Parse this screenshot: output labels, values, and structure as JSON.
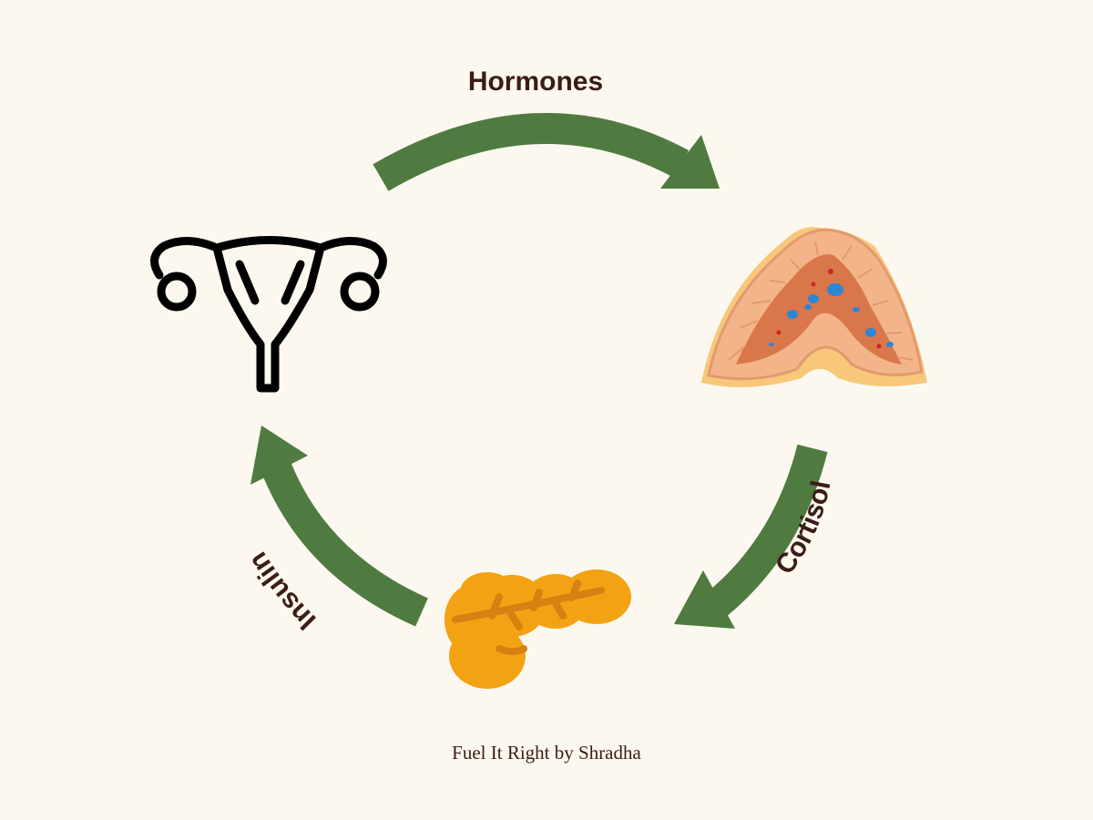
{
  "labels": {
    "top": "Hormones",
    "right": "Cortisol",
    "left": "Insulin"
  },
  "footer": "Fuel It Right by Shradha",
  "colors": {
    "background": "#fcf8ef",
    "arrow": "#4f7a40",
    "text": "#3a1d14",
    "uterus_stroke": "#000000",
    "adrenal_cortex": "#f3b48a",
    "adrenal_medulla": "#d9764a",
    "adrenal_fat": "#f7c77a",
    "pancreas": "#f3a214",
    "pancreas_duct": "#d98013"
  },
  "icons": {
    "left": "uterus-icon",
    "right": "adrenal-gland-icon",
    "bottom": "pancreas-icon"
  }
}
